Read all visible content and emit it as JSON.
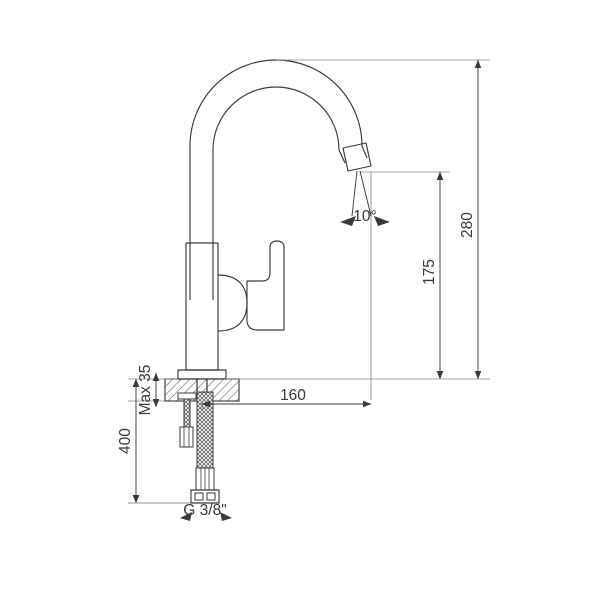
{
  "drawing": {
    "title": "Kitchen mixer tap technical dimension drawing",
    "type": "technical-line-drawing",
    "background_color": "#ffffff",
    "line_color": "#3a3a3a",
    "hatch_color": "#555555",
    "product": "single-lever gooseneck kitchen faucet"
  },
  "dimensions": {
    "total_height": {
      "label": "280",
      "name": "overall-height"
    },
    "spout_height": {
      "label": "175",
      "name": "spout-outlet-height"
    },
    "spout_reach": {
      "label": "160",
      "name": "spout-projection"
    },
    "outlet_angle": {
      "label": "10°",
      "name": "outlet-angle"
    },
    "max_deck_thickness": {
      "label": "Max 35",
      "name": "max-mounting-thickness"
    },
    "hose_length": {
      "label": "400",
      "name": "supply-hose-length"
    },
    "thread_size": {
      "label": "G 3/8\"",
      "name": "connection-thread"
    }
  }
}
